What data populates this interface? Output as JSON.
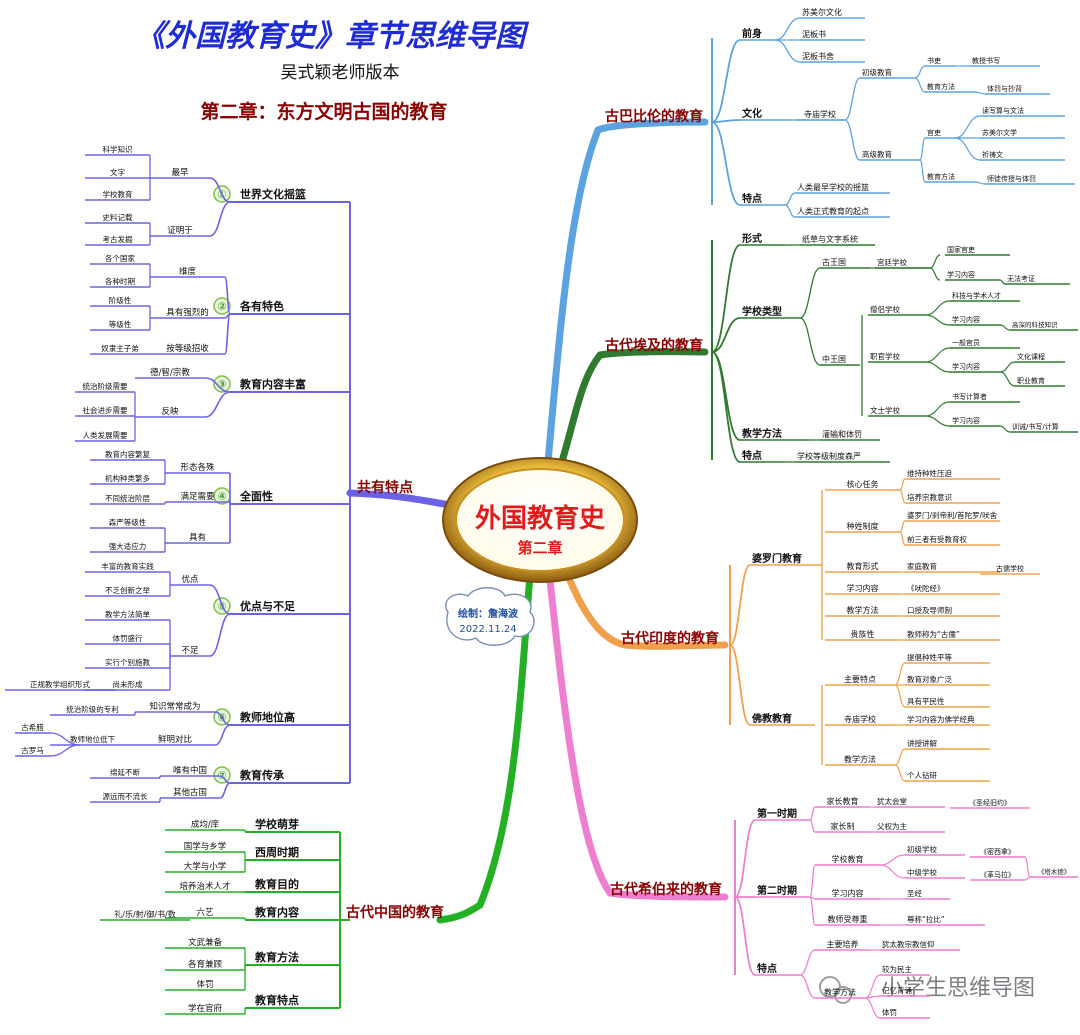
{
  "header": {
    "title": "《外国教育史》章节思维导图",
    "author": "吴式颖老师版本",
    "chapter": "第二章：东方文明古国的教育"
  },
  "center": {
    "title": "外国教育史",
    "subtitle": "第二章"
  },
  "credit": {
    "line1": "绘制：詹海波",
    "line2": "2022.11.24"
  },
  "watermark": "小学生思维导图",
  "colors": {
    "purple": "#6b63e6",
    "green_cn": "#23b024",
    "blue": "#5aa2e0",
    "green_eg": "#2f7a2f",
    "orange": "#f0a04b",
    "pink": "#ee7fd0",
    "title_blue": "#1f2bd6",
    "dark_red": "#8b0000"
  },
  "branches": {
    "common": {
      "label": "共有特点",
      "items": [
        {
          "num": "①",
          "label": "世界文化摇篮",
          "subs": [
            {
              "label": "最早",
              "leaves": [
                "科学知识",
                "文字",
                "学校教育"
              ]
            },
            {
              "label": "证明于",
              "leaves": [
                "史料记载",
                "考古发掘"
              ]
            }
          ]
        },
        {
          "num": "②",
          "label": "各有特色",
          "subs": [
            {
              "label": "维度",
              "leaves": [
                "各个国家",
                "各种时期"
              ]
            },
            {
              "label": "具有强烈的",
              "leaves": [
                "阶级性",
                "等级性"
              ]
            },
            {
              "label": "按等级招收",
              "leaves": [
                "奴隶主子弟"
              ]
            }
          ]
        },
        {
          "num": "③",
          "label": "教育内容丰富",
          "subs": [
            {
              "label": "德/智/宗教",
              "leaves": []
            },
            {
              "label": "反映",
              "leaves": [
                "统治阶级需要",
                "社会进步需要",
                "人类发展需要"
              ]
            }
          ]
        },
        {
          "num": "④",
          "label": "全面性",
          "subs": [
            {
              "label": "形态各殊",
              "leaves": [
                "教育内容繁复",
                "机构种类繁多"
              ]
            },
            {
              "label": "满足需要",
              "leaves": [
                "不同统治阶层"
              ]
            },
            {
              "label": "具有",
              "leaves": [
                "森严等级性",
                "强大适应力"
              ]
            }
          ]
        },
        {
          "num": "⑤",
          "label": "优点与不足",
          "subs": [
            {
              "label": "优点",
              "leaves": [
                "丰富的教育实践",
                "不乏创新之举"
              ]
            },
            {
              "label": "不足",
              "leaves": [
                "教学方法简单",
                "体罚盛行",
                "实行个别施教",
                "尚未形成"
              ]
            }
          ],
          "extra": "正规教学组织形式"
        },
        {
          "num": "⑥",
          "label": "教师地位高",
          "subs": [
            {
              "label": "知识常常成为",
              "leaves": [
                "统治阶级的专利"
              ]
            },
            {
              "label": "鲜明对比",
              "leaves": [
                "教师地位低下"
              ]
            }
          ],
          "extra_leaves": [
            "古希腊",
            "古罗马"
          ]
        },
        {
          "num": "⑦",
          "label": "教育传承",
          "subs": [
            {
              "label": "唯有中国",
              "leaves": [
                "绵延不断"
              ]
            },
            {
              "label": "其他古国",
              "leaves": [
                "源远而不流长"
              ]
            }
          ]
        }
      ]
    },
    "china": {
      "label": "古代中国的教育",
      "items": [
        {
          "label": "学校萌芽",
          "leaves": [
            "成均/庠"
          ]
        },
        {
          "label": "西周时期",
          "leaves": [
            "国学与乡学",
            "大学与小学"
          ]
        },
        {
          "label": "教育目的",
          "leaves": [
            "培养治术人才"
          ]
        },
        {
          "label": "教育内容",
          "leaves": [
            "六艺"
          ],
          "extra": "礼/乐/射/御/书/数"
        },
        {
          "label": "教育方法",
          "leaves": [
            "文武兼备",
            "各育兼顾",
            "体罚"
          ]
        },
        {
          "label": "教育特点",
          "leaves": [
            "学在官府"
          ]
        }
      ]
    },
    "babylon": {
      "label": "古巴比伦的教育",
      "qianshen": {
        "label": "前身",
        "leaves": [
          "苏美尔文化",
          "泥板书",
          "泥板书舍"
        ]
      },
      "wenhua": {
        "label": "文化",
        "school": "寺庙学校",
        "primary": {
          "label": "初级教育",
          "shuli": "书吏",
          "shuli_leaf": "教授书写",
          "method": "教育方法",
          "method_leaf": "体罚与抄背"
        },
        "advanced": {
          "label": "高级教育",
          "guanli": "官吏",
          "guanli_leaves": [
            "读写算与文法",
            "苏美尔文学",
            "祈祷文"
          ],
          "method": "教育方法",
          "method_leaf": "师徒传授与体罚"
        }
      },
      "tedian": {
        "label": "特点",
        "leaves": [
          "人类最早学校的摇篮",
          "人类正式教育的起点"
        ]
      }
    },
    "egypt": {
      "label": "古代埃及的教育",
      "xingshi": {
        "label": "形式",
        "leaf": "纸草与文字系统"
      },
      "schools": {
        "label": "学校类型",
        "old": {
          "label": "古王国",
          "school": "宫廷学校",
          "leaves": [
            "国家官吏"
          ],
          "content": "学习内容",
          "content_leaf": "无法考证"
        },
        "mid": {
          "label": "中王国",
          "monk": {
            "label": "僧侣学校",
            "leaf": "科技与学术人才",
            "content": "学习内容",
            "content_leaf": "高深的科技知识"
          },
          "official": {
            "label": "职官学校",
            "leaf": "一般官员",
            "content": "学习内容",
            "content_leaves": [
              "文化课程",
              "职业教育"
            ]
          },
          "scribe": {
            "label": "文士学校",
            "leaf": "书写计算者",
            "content": "学习内容",
            "content_leaf": "训诫/书写/计算"
          }
        }
      },
      "method": {
        "label": "教学方法",
        "leaf": "灌输和体罚"
      },
      "tedian": {
        "label": "特点",
        "leaf": "学校等级制度森严"
      }
    },
    "india": {
      "label": "古代印度的教育",
      "brahman": {
        "label": "婆罗门教育",
        "subs": [
          {
            "label": "核心任务",
            "leaves": [
              "维持种姓压迫",
              "培养宗教意识"
            ]
          },
          {
            "label": "种姓制度",
            "leaves": [
              "婆罗门/刹帝利/首陀罗/吠舍",
              "前三者有受教育权"
            ]
          },
          {
            "label": "教育形式",
            "leaves": [
              "家庭教育"
            ],
            "extra": "古儒学校"
          },
          {
            "label": "学习内容",
            "leaves": [
              "《吠陀经》"
            ]
          },
          {
            "label": "教学方法",
            "leaves": [
              "口授及导师制"
            ]
          },
          {
            "label": "贵族性",
            "leaves": [
              "教师称为“古儒”"
            ]
          }
        ]
      },
      "buddha": {
        "label": "佛教教育",
        "subs": [
          {
            "label": "主要特点",
            "leaves": [
              "提倡种姓平等",
              "教育对象广泛",
              "具有平民性"
            ]
          },
          {
            "label": "寺庙学校",
            "leaves": [
              "学习内容为佛学经典"
            ]
          },
          {
            "label": "教学方法",
            "leaves": [
              "讲授讲解",
              "个人钻研"
            ]
          }
        ]
      }
    },
    "hebrew": {
      "label": "古代希伯来的教育",
      "first": {
        "label": "第一时期",
        "subs": [
          {
            "label": "家长教育",
            "leaves": [
              "犹太会堂"
            ],
            "extra": "《圣经旧约》"
          },
          {
            "label": "家长制",
            "leaves": [
              "父权为主"
            ]
          }
        ]
      },
      "second": {
        "label": "第二时期",
        "subs": [
          {
            "label": "学校教育",
            "leaves": [
              "初级学校",
              "中级学校"
            ],
            "extra": [
              "《密西拿》",
              "《革马拉》"
            ],
            "talmud": "《塔木德》"
          },
          {
            "label": "学习内容",
            "leaves": [
              "圣经"
            ]
          },
          {
            "label": "教师受尊重",
            "leaves": [
              "尊称“拉比”"
            ]
          }
        ]
      },
      "tedian": {
        "label": "特点",
        "subs": [
          {
            "label": "主要培养",
            "leaves": [
              "犹太教宗教信仰"
            ]
          },
          {
            "label": "教学方法",
            "leaves": [
              "较为民主",
              "记忆背诵",
              "体罚"
            ]
          }
        ]
      }
    }
  }
}
